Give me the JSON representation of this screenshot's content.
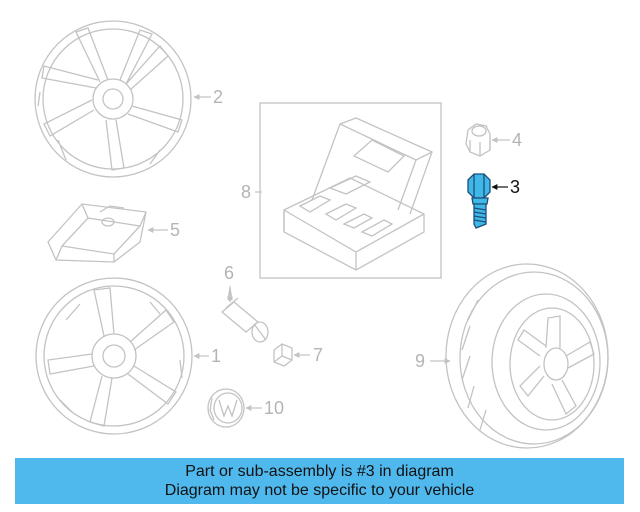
{
  "colors": {
    "part_line": "#c3c3c3",
    "highlight_fill": "#3fb8e8",
    "highlight_stroke": "#1c4f78",
    "banner_bg": "#4fb9ee"
  },
  "callouts": {
    "c1": "1",
    "c2": "2",
    "c3": "3",
    "c4": "4",
    "c5": "5",
    "c6": "6",
    "c7": "7",
    "c8": "8",
    "c9": "9",
    "c10": "10"
  },
  "highlighted_part": "3",
  "banner": {
    "line1": "Part or sub-assembly is #3 in diagram",
    "line2": "Diagram may not be specific to your vehicle"
  }
}
